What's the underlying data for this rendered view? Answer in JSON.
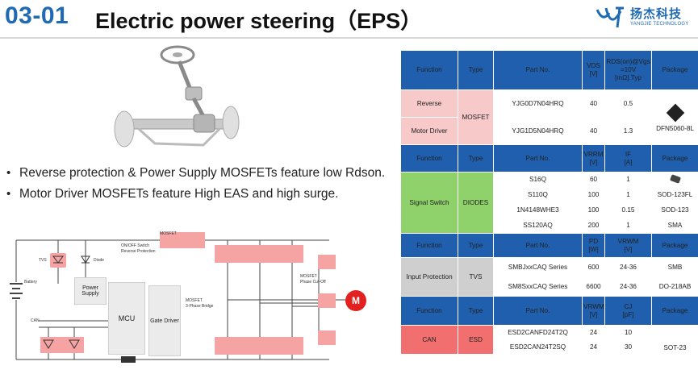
{
  "header": {
    "section_number": "03-01",
    "title": "Electric power steering（EPS）",
    "logo_cn": "扬杰科技",
    "logo_en": "YANGJIE TECHNOLOGY"
  },
  "bullets": [
    "Reverse protection & Power Supply MOSFETs feature low Rdson.",
    "Motor Driver MOSFETs feature High EAS and high surge."
  ],
  "circuit": {
    "tvs": "TVS",
    "diode": "Diode",
    "mosfet_top": "MOSFET",
    "onoff_switch": "ON/OFF Switch",
    "reverse_protection": "Reverse Protection",
    "battery": "Battery",
    "can": "CAN",
    "power_supply": "Power Supply",
    "mcu": "MCU",
    "gate_driver": "Gate Driver",
    "mosfet_bridge": "MOSFET",
    "bridge_3phase": "3-Phase Bridge",
    "mosfet_cutoff": "MOSFET",
    "phase_cutoff": "Phase Cut-Off",
    "motor": "M"
  },
  "table": {
    "section1": {
      "headers": {
        "function": "Function",
        "type": "Type",
        "part_no": "Part No.",
        "vds": "VDS",
        "vds_unit": "[V]",
        "rds": "RDS(on)@Vgs =10V",
        "rds_unit": "[mΩ].Typ",
        "package": "Package"
      },
      "function_a": "Reverse",
      "function_b": "Motor Driver",
      "type": "MOSFET",
      "rows": [
        {
          "part": "YJG0D7N04HRQ",
          "v": "40",
          "r": "0.5"
        },
        {
          "part": "YJG1D5N04HRQ",
          "v": "40",
          "r": "1.3"
        }
      ],
      "package": "DFN5060-8L"
    },
    "section2": {
      "headers": {
        "function": "Function",
        "type": "Type",
        "part_no": "Part No.",
        "vrrm": "VRRM",
        "vrrm_unit": "[V]",
        "if": "IF",
        "if_unit": "[A]",
        "package": "Package"
      },
      "function": "Signal Switch",
      "type": "DIODES",
      "rows": [
        {
          "part": "S16Q",
          "v": "60",
          "i": "1",
          "pkg": ""
        },
        {
          "part": "S110Q",
          "v": "100",
          "i": "1",
          "pkg": "SOD-123FL"
        },
        {
          "part": "1N4148WHE3",
          "v": "100",
          "i": "0.15",
          "pkg": "SOD-123"
        },
        {
          "part": "SS120AQ",
          "v": "200",
          "i": "1",
          "pkg": "SMA"
        }
      ]
    },
    "section3": {
      "headers": {
        "function": "Function",
        "type": "Type",
        "part_no": "Part No.",
        "pd": "PD",
        "pd_unit": "[W]",
        "vrwm": "VRWM",
        "vrwm_unit": "[V]",
        "package": "Package"
      },
      "function": "Input Protection",
      "type": "TVS",
      "rows": [
        {
          "part": "SMBJxxCAQ Series",
          "p": "600",
          "v": "24-36",
          "pkg": "SMB"
        },
        {
          "part": "SM8SxxCAQ Series",
          "p": "6600",
          "v": "24-36",
          "pkg": "DO-218AB"
        }
      ]
    },
    "section4": {
      "headers": {
        "function": "Function",
        "type": "Type",
        "part_no": "Part No.",
        "vrwm": "VRWM",
        "vrwm_unit": "[V]",
        "cj": "CJ",
        "cj_unit": "[pF]",
        "package": "Package"
      },
      "function": "CAN",
      "type": "ESD",
      "rows": [
        {
          "part": "ESD2CANFD24T2Q",
          "v": "24",
          "c": "10"
        },
        {
          "part": "ESD2CAN24T2SQ",
          "v": "24",
          "c": "30"
        }
      ],
      "package": "SOT-23"
    }
  },
  "colors": {
    "accent_blue": "#1f5fae",
    "title_blue": "#1f6ab3",
    "pink": "#f7c9c9",
    "green": "#8fd16a",
    "gray": "#cfcfcf",
    "red": "#f26f6f",
    "motor_red": "#e22020"
  }
}
